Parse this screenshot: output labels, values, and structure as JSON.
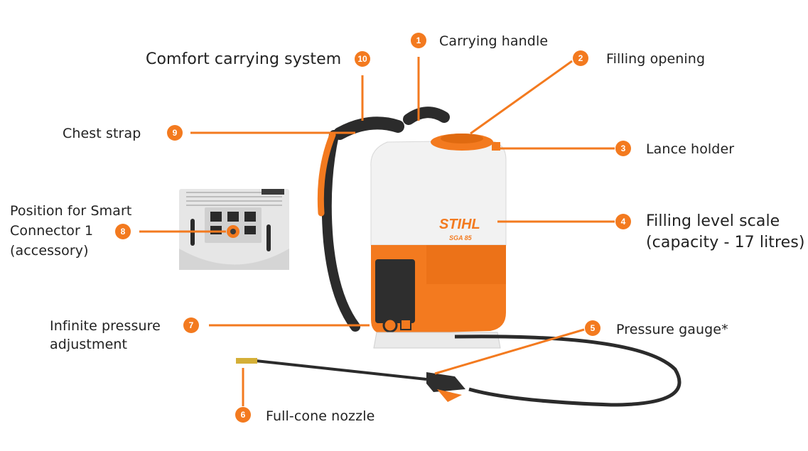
{
  "brand": {
    "name": "STIHL",
    "model": "SGA 85",
    "accent_color": "#f37a1f",
    "tank_color": "#f2f2f2"
  },
  "callouts": [
    {
      "num": "1",
      "text": "Carrying handle"
    },
    {
      "num": "2",
      "text": "Filling opening"
    },
    {
      "num": "3",
      "text": "Lance holder"
    },
    {
      "num": "4",
      "text": "Filling level scale",
      "text2": "(capacity - 17 litres)"
    },
    {
      "num": "5",
      "text": "Pressure gauge*"
    },
    {
      "num": "6",
      "text": "Full-cone nozzle"
    },
    {
      "num": "7",
      "text": "Infinite pressure",
      "text2": "adjustment"
    },
    {
      "num": "8",
      "text": "Position for Smart",
      "text2": "Connector 1",
      "text3": "(accessory)"
    },
    {
      "num": "9",
      "text": "Chest strap"
    },
    {
      "num": "10",
      "text": "Comfort carrying system"
    }
  ]
}
